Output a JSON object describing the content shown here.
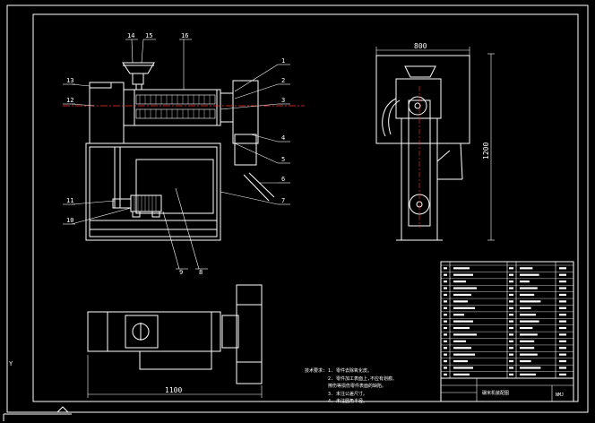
{
  "drawing": {
    "part_numbers": [
      "1",
      "2",
      "3",
      "4",
      "5",
      "6",
      "7",
      "8",
      "9",
      "10",
      "11",
      "12",
      "13",
      "14",
      "15",
      "16"
    ],
    "dims": {
      "top_width": "800",
      "side_height": "1200",
      "bottom_width": "1100"
    },
    "notes": {
      "heading": "技术要求:",
      "items": [
        "1. 零件去除氧化皮。",
        "2. 零件加工表面上,不应有划痕、",
        "   擦伤等损伤零件表面的缺陷。",
        "3. 未注公差尺寸。",
        "4. 未注圆角半径。"
      ]
    },
    "title_block": {
      "title": "碾米机装配图",
      "code": "NMJ"
    }
  }
}
